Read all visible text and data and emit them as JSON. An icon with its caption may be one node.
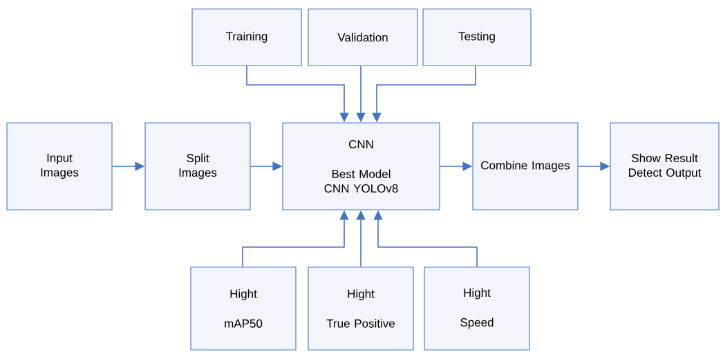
{
  "diagram": {
    "nodes": [
      {
        "text": [
          "Training"
        ]
      },
      {
        "text": [
          "Validation"
        ]
      },
      {
        "text": [
          "Testing"
        ]
      },
      {
        "text": [
          "Input Images"
        ]
      },
      {
        "text": [
          "Split Images"
        ]
      },
      {
        "text": [
          "CNN",
          "Best Model CNN YOLOv8"
        ]
      },
      {
        "text": [
          "Combine Images"
        ]
      },
      {
        "text": [
          "Show Result Detect Output"
        ]
      },
      {
        "text": [
          "Hight",
          "mAP50"
        ]
      },
      {
        "text": [
          "Hight",
          "True Positive"
        ]
      },
      {
        "text": [
          "Hight",
          "Speed"
        ]
      }
    ],
    "edges": [
      {
        "from": 0,
        "to": 5,
        "arrow": "to"
      },
      {
        "from": 1,
        "to": 5,
        "arrow": "to"
      },
      {
        "from": 2,
        "to": 5,
        "arrow": "to"
      },
      {
        "from": 3,
        "to": 4,
        "arrow": "to"
      },
      {
        "from": 4,
        "to": 5,
        "arrow": "to"
      },
      {
        "from": 5,
        "to": 6,
        "arrow": "to"
      },
      {
        "from": 6,
        "to": 7,
        "arrow": "to"
      },
      {
        "from": 8,
        "to": 5,
        "arrow": "to"
      },
      {
        "from": 9,
        "to": 5,
        "arrow": "to"
      },
      {
        "from": 10,
        "to": 5,
        "arrow": "to"
      }
    ]
  }
}
